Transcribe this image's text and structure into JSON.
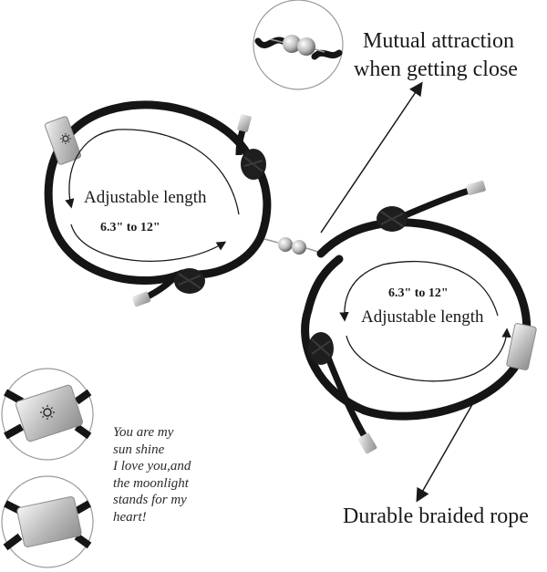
{
  "callouts": {
    "magnet_line1": "Mutual attraction",
    "magnet_line2": "when getting close",
    "rope": "Durable braided rope"
  },
  "left_bracelet": {
    "adjust_label": "Adjustable length",
    "size_range": "6.3\" to 12\"",
    "charm_icon": "sun-icon"
  },
  "right_bracelet": {
    "size_range": "6.3\" to 12\"",
    "adjust_label": "Adjustable length",
    "charm_icon": "moon-icon"
  },
  "message": {
    "lines": [
      "You are my",
      "sun shine",
      "I love you,and",
      "the moonlight",
      "stands for my",
      "heart!"
    ]
  },
  "colors": {
    "rope": "#151515",
    "metal": "#c9c9c9",
    "background": "#ffffff"
  }
}
